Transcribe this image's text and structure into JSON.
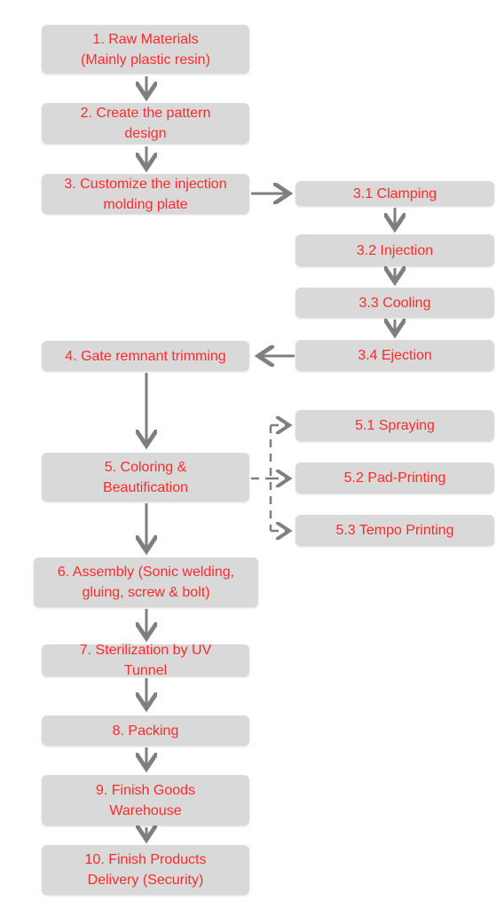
{
  "colors": {
    "box_fill": "#d9d9d9",
    "text": "#ff2a2a",
    "arrow": "#7f7f7f",
    "background": "#ffffff"
  },
  "steps": {
    "s1": "1. Raw Materials\n(Mainly plastic resin)",
    "s2": "2. Create the pattern\ndesign",
    "s3": "3. Customize the injection\nmolding plate",
    "s3_1": "3.1 Clamping",
    "s3_2": "3.2 Injection",
    "s3_3": "3.3 Cooling",
    "s3_4": "3.4 Ejection",
    "s4": "4. Gate remnant trimming",
    "s5": "5. Coloring &\nBeautification",
    "s5_1": "5.1 Spraying",
    "s5_2": "5.2 Pad-Printing",
    "s5_3": "5.3 Tempo Printing",
    "s6": "6. Assembly (Sonic welding,\ngluing, screw & bolt)",
    "s7": "7. Sterilization by UV\nTunnel",
    "s8": "8. Packing",
    "s9": "9. Finish Goods\nWarehouse",
    "s10": "10. Finish Products\nDelivery (Security)"
  }
}
